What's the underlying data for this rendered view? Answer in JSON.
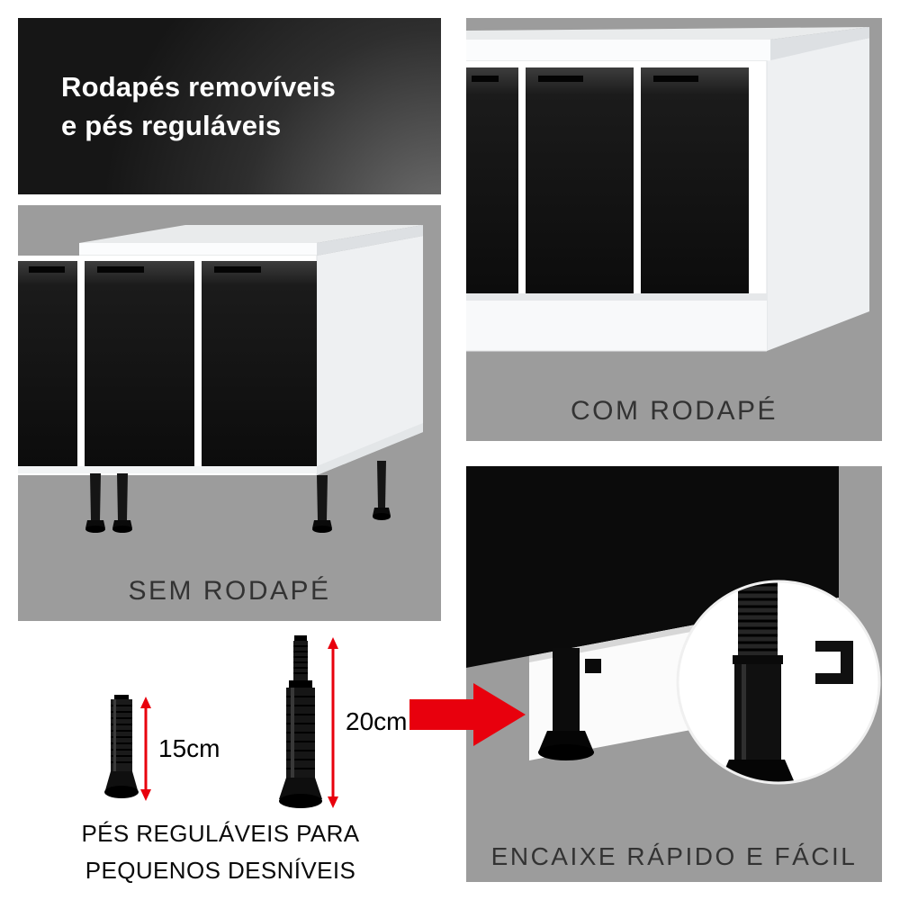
{
  "header": {
    "title_lines": [
      "Rodapés removíveis",
      "e pés reguláveis"
    ]
  },
  "panels": {
    "sem_rodape_label": "SEM RODAPÉ",
    "com_rodape_label": "COM RODAPÉ",
    "encaixe_label": "ENCAIXE RÁPIDO E FÁCIL"
  },
  "feet_info": {
    "small_foot_height": "15cm",
    "large_foot_height": "20cm",
    "caption_lines": [
      "PÉS REGULÁVEIS PARA",
      "PEQUENOS DESNÍVEIS"
    ]
  },
  "colors": {
    "accent_red": "#e8000d",
    "panel_gray": "#9c9c9c",
    "header_background": "#161616",
    "cabinet_door_black": "#111111",
    "cabinet_body_white": "#ffffff"
  }
}
